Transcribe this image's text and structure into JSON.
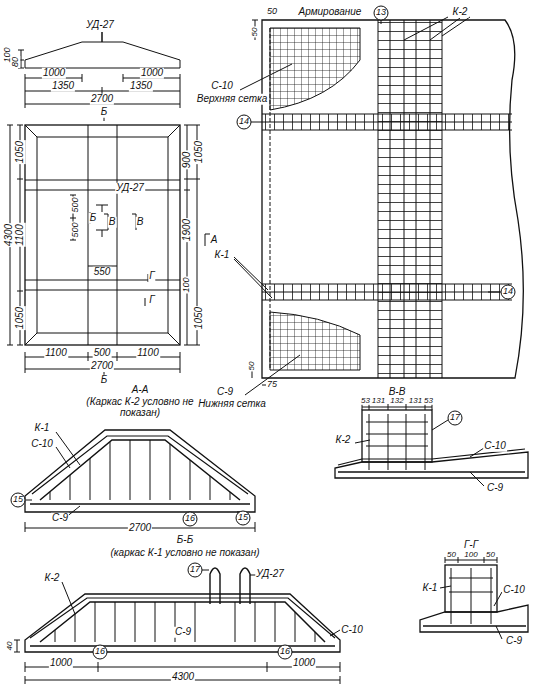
{
  "diagram": {
    "labels": [
      "УД-27",
      "100",
      "80",
      "1000",
      "1000",
      "1350",
      "1350",
      "2700",
      "Б",
      "1050",
      "4300",
      "1100",
      "1050",
      "1050",
      "900",
      "1900",
      "100",
      "1050",
      "УД-27",
      "500",
      "500",
      "Б",
      "В",
      "В",
      "550",
      "Г",
      "Г",
      "А",
      "1100",
      "500",
      "1100",
      "2700",
      "Б",
      "50",
      "Армирование",
      "13",
      "К-2",
      "50",
      "С-10",
      "Верхняя сетка",
      "14",
      "К-1",
      "14",
      "50",
      "75",
      "С-9",
      "Нижняя сетка",
      "А-А",
      "(Каркас К-2 условно не показан)",
      "К-1",
      "С-10",
      "15",
      "С-9",
      "16",
      "2700",
      "15",
      "В-В",
      "53",
      "131",
      "132",
      "131",
      "53",
      "17",
      "К-2",
      "С-10",
      "С-9",
      "Г-Г",
      "50",
      "100",
      "50",
      "К-1",
      "С-10",
      "С-9",
      "Б-Б",
      "(каркас К-1 условно не показан)",
      "17",
      "УД-27",
      "К-2",
      "40",
      "16",
      "16",
      "С-9",
      "С-10",
      "1000",
      "4300",
      "1000"
    ]
  }
}
